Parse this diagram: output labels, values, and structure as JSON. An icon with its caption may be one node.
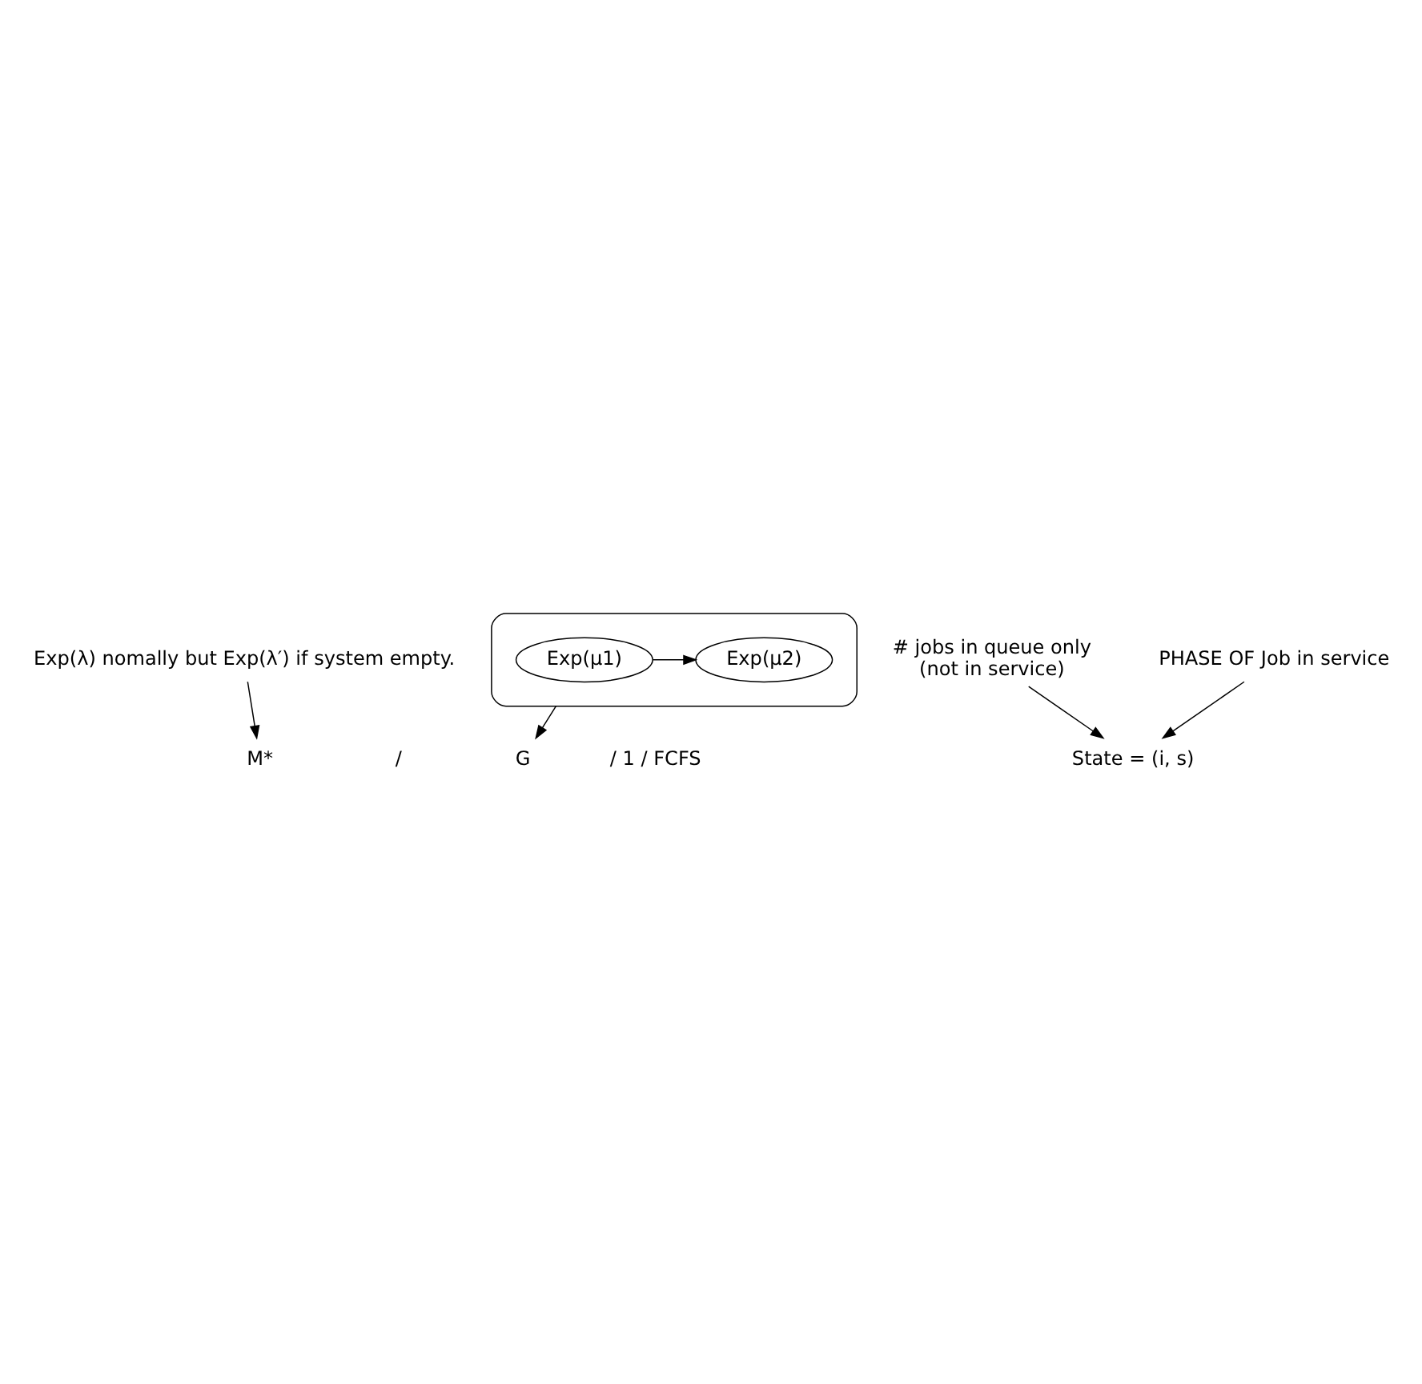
{
  "diagram": {
    "nodes": [
      {
        "text": [
          "M*"
        ]
      },
      {
        "text": [
          "G"
        ]
      },
      {
        "text": [
          "Exp(λ) nomally but Exp(λ′) if system empty."
        ]
      },
      {
        "text": [],
        "shape": "ellipse"
      },
      {
        "text": [
          "Exp(μ1)"
        ],
        "in": 3
      },
      {
        "text": [
          "Exp(μ2)"
        ],
        "in": 3
      },
      {
        "text": [
          "State = (i, s)"
        ]
      },
      {
        "text": [
          "# jobs in queue only",
          "(not in service)"
        ]
      },
      {
        "text": [
          "PHASE OF Job in service"
        ]
      }
    ],
    "edges": [
      {
        "from": 2,
        "to": 0,
        "arrow": "to"
      },
      {
        "from": 3,
        "to": 1,
        "arrow": "to"
      },
      {
        "from": 4,
        "to": 5,
        "arrow": "to"
      },
      {
        "from": 7,
        "to": 6,
        "arrow": "to"
      },
      {
        "from": 8,
        "to": 6,
        "arrow": "to"
      }
    ],
    "labels": [
      "/",
      "/ 1 / FCFS"
    ]
  }
}
